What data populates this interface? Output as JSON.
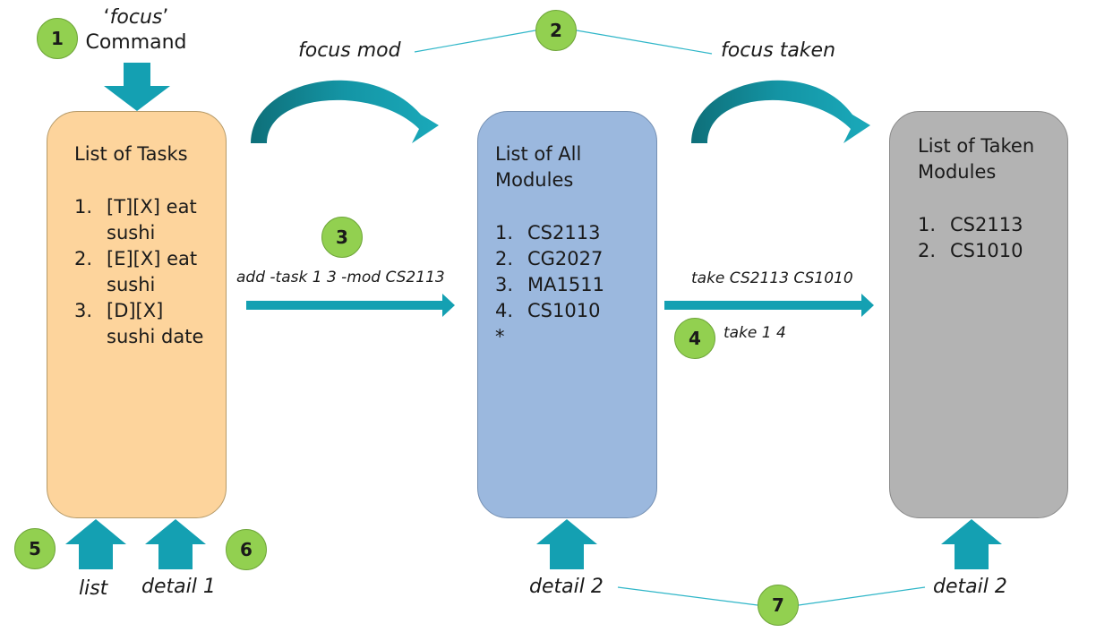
{
  "start": {
    "quote_open": "‘",
    "keyword": "focus",
    "quote_close": "’",
    "command_label": "Command",
    "badge": "1"
  },
  "focus_switch": {
    "badge": "2",
    "left_label": "focus mod",
    "right_label": "focus taken"
  },
  "tasks_panel": {
    "title": "List of Tasks",
    "items": [
      {
        "num": "1.",
        "text": "[T][X] eat sushi"
      },
      {
        "num": "2.",
        "text": "[E][X] eat sushi"
      },
      {
        "num": "3.",
        "text": "[D][X] sushi date"
      }
    ],
    "color": "#fdd49c"
  },
  "modules_panel": {
    "title": "List of All Modules",
    "items": [
      {
        "num": "1.",
        "text": "CS2113"
      },
      {
        "num": "2.",
        "text": "CG2027"
      },
      {
        "num": "3.",
        "text": "MA1511"
      },
      {
        "num": "4.",
        "text": "CS1010"
      }
    ],
    "extra": "*",
    "color": "#9bb8de"
  },
  "taken_panel": {
    "title": "List of Taken Modules",
    "items": [
      {
        "num": "1.",
        "text": "CS2113"
      },
      {
        "num": "2.",
        "text": "CS1010"
      }
    ],
    "color": "#b3b3b3"
  },
  "add_task": {
    "badge": "3",
    "label": "add -task 1 3 -mod CS2113"
  },
  "take": {
    "badge": "4",
    "label_top": "take CS2113 CS1010",
    "label_bottom": "take 1 4"
  },
  "list_cmd": {
    "badge": "5",
    "label": "list"
  },
  "detail_task": {
    "badge": "6",
    "label": "detail 1"
  },
  "detail_mods": {
    "badge": "7",
    "left_label": "detail 2",
    "right_label": "detail 2"
  },
  "colors": {
    "arrow": "#14a0b2",
    "arrow_dark": "#0f7f8d",
    "badge": "#92d050"
  }
}
